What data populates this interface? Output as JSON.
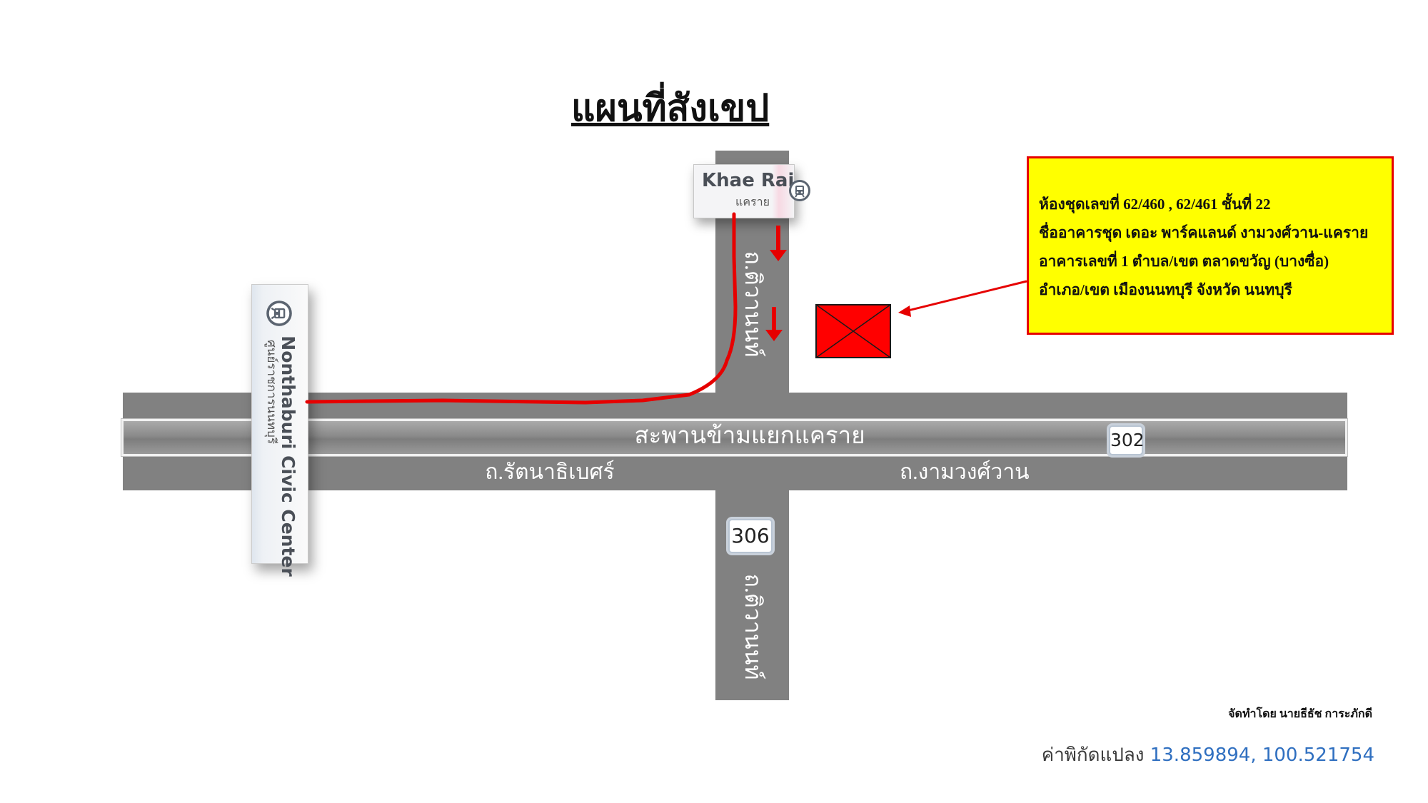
{
  "title": "แผนที่สังเขป",
  "roads": {
    "bridge": "สะพานข้ามแยกแคราย",
    "west": "ถ.รัตนาธิเบศร์",
    "east": "ถ.งามวงศ์วาน",
    "north": "ถ.ติวานนท์",
    "south": "ถ.ติวานนท์"
  },
  "shields": {
    "east": "302",
    "south": "306"
  },
  "stations": {
    "khae_rai": {
      "name": "Khae Rai",
      "name_th": "แคราย",
      "icon": "train-station-icon"
    },
    "civic_center": {
      "name": "Nonthaburi Civic Center",
      "name_th": "ศูนย์ราชการนนทบุรี",
      "icon": "train-station-icon"
    }
  },
  "callout": {
    "lines": [
      "ห้องชุดเลขที่ 62/460 , 62/461  ชั้นที่  22",
      "ชื่ออาคารชุด  เดอะ พาร์คแลนด์ งามวงศ์วาน-แคราย",
      "อาคารเลขที่ 1  ตำบล/เขต ตลาดขวัญ (บางซื่อ)",
      "อำเภอ/เขต เมืองนนทบุรี  จังหวัด นนทบุรี"
    ],
    "background": "#ffff00",
    "border": "#e60000"
  },
  "footer": {
    "prepared_by": "จัดทำโดย นายธีธัช การะภักดี",
    "coords_label": "ค่าพิกัดแปลง ",
    "coords_value": "13.859894, 100.521754"
  },
  "colors": {
    "road": "#818181",
    "route": "#e60000",
    "marker": "#ff0000",
    "link": "#2f6fc0"
  }
}
